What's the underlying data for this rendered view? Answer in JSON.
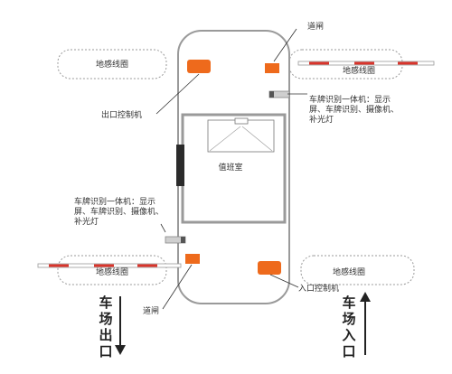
{
  "labels": {
    "loop_top_left": "地感线圈",
    "loop_top_right": "地感线圈",
    "loop_bottom_left": "地感线圈",
    "loop_bottom_right": "地感线圈",
    "barrier_top": "道闸",
    "barrier_bottom": "道闸",
    "exit_controller": "出口控制机",
    "entry_controller": "入口控制机",
    "guard_room": "值班室",
    "lpr_right": [
      "车牌识别一体机：显示",
      "屏、车牌识别、摄像机、",
      "补光灯"
    ],
    "lpr_left": [
      "车牌识别一体机：显示",
      "屏、车牌识别、摄像机、",
      "补光灯"
    ],
    "exit_chars": [
      "车",
      "场",
      "出",
      "口"
    ],
    "entry_chars": [
      "车",
      "场",
      "入",
      "口"
    ]
  },
  "colors": {
    "controller": "#ee6a1c",
    "barrier_stripe": "#d9342b",
    "outline": "#9a9a9a",
    "booth_dark": "#2b2b2b"
  }
}
